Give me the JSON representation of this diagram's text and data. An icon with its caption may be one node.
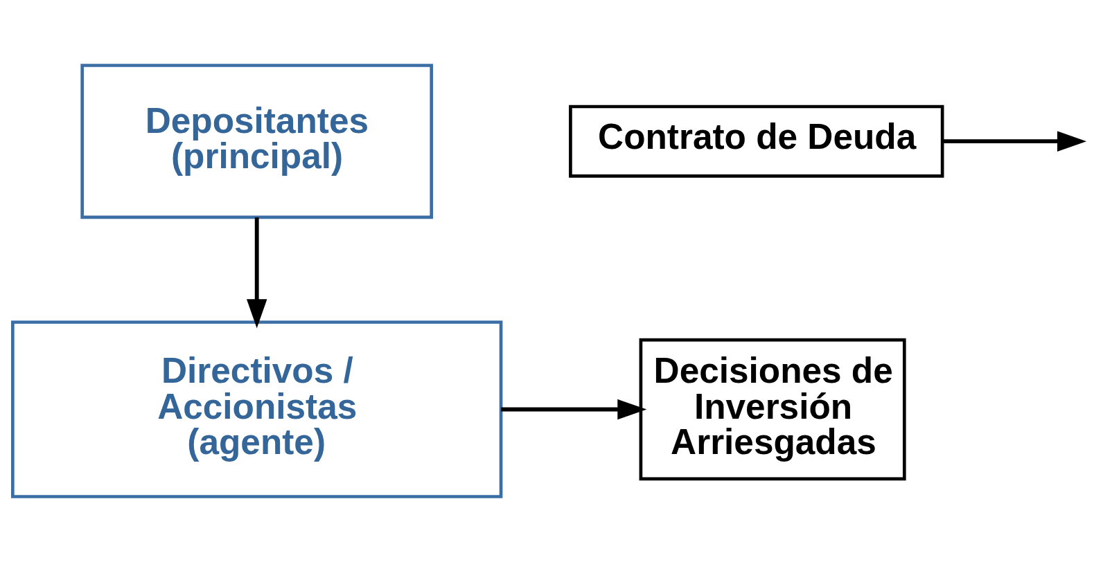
{
  "diagram": {
    "nodes": [
      {
        "text": [
          "Depositantes (principal)"
        ]
      },
      {
        "text": [
          "Contrato de Deuda"
        ]
      },
      {
        "text": [
          "Directivos / Accionistas (agente)"
        ]
      },
      {
        "text": [
          "Decisiones de Inversión Arriesgadas"
        ]
      }
    ],
    "edges": [
      {
        "from": 0,
        "to": 2,
        "arrow": "to"
      },
      {
        "from": 1,
        "to": null,
        "arrow": "to"
      },
      {
        "from": 2,
        "to": 3,
        "arrow": "to"
      }
    ]
  }
}
